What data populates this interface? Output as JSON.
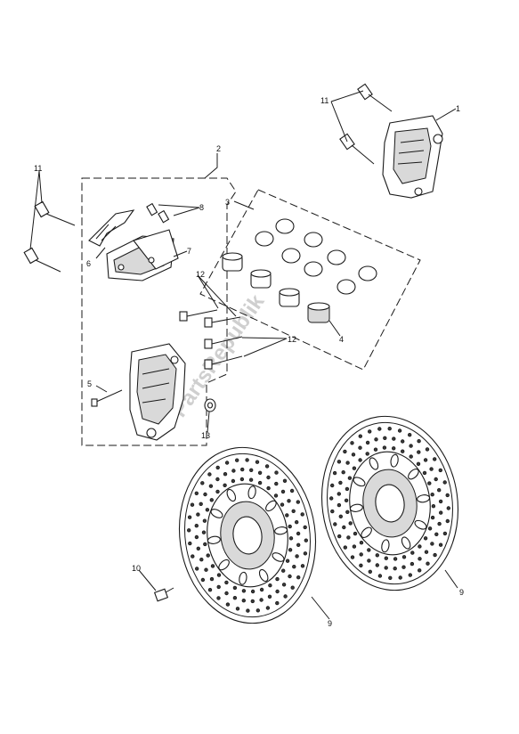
{
  "callouts": {
    "c1": "1",
    "c2": "2",
    "c3": "3",
    "c4": "4",
    "c5": "5",
    "c6": "6",
    "c7": "7",
    "c8": "8",
    "c9a": "9",
    "c9b": "9",
    "c10": "10",
    "c11a": "11",
    "c11b": "11",
    "c12a": "12",
    "c12b": "12",
    "c13": "13"
  },
  "watermark": "PartsRepublik"
}
